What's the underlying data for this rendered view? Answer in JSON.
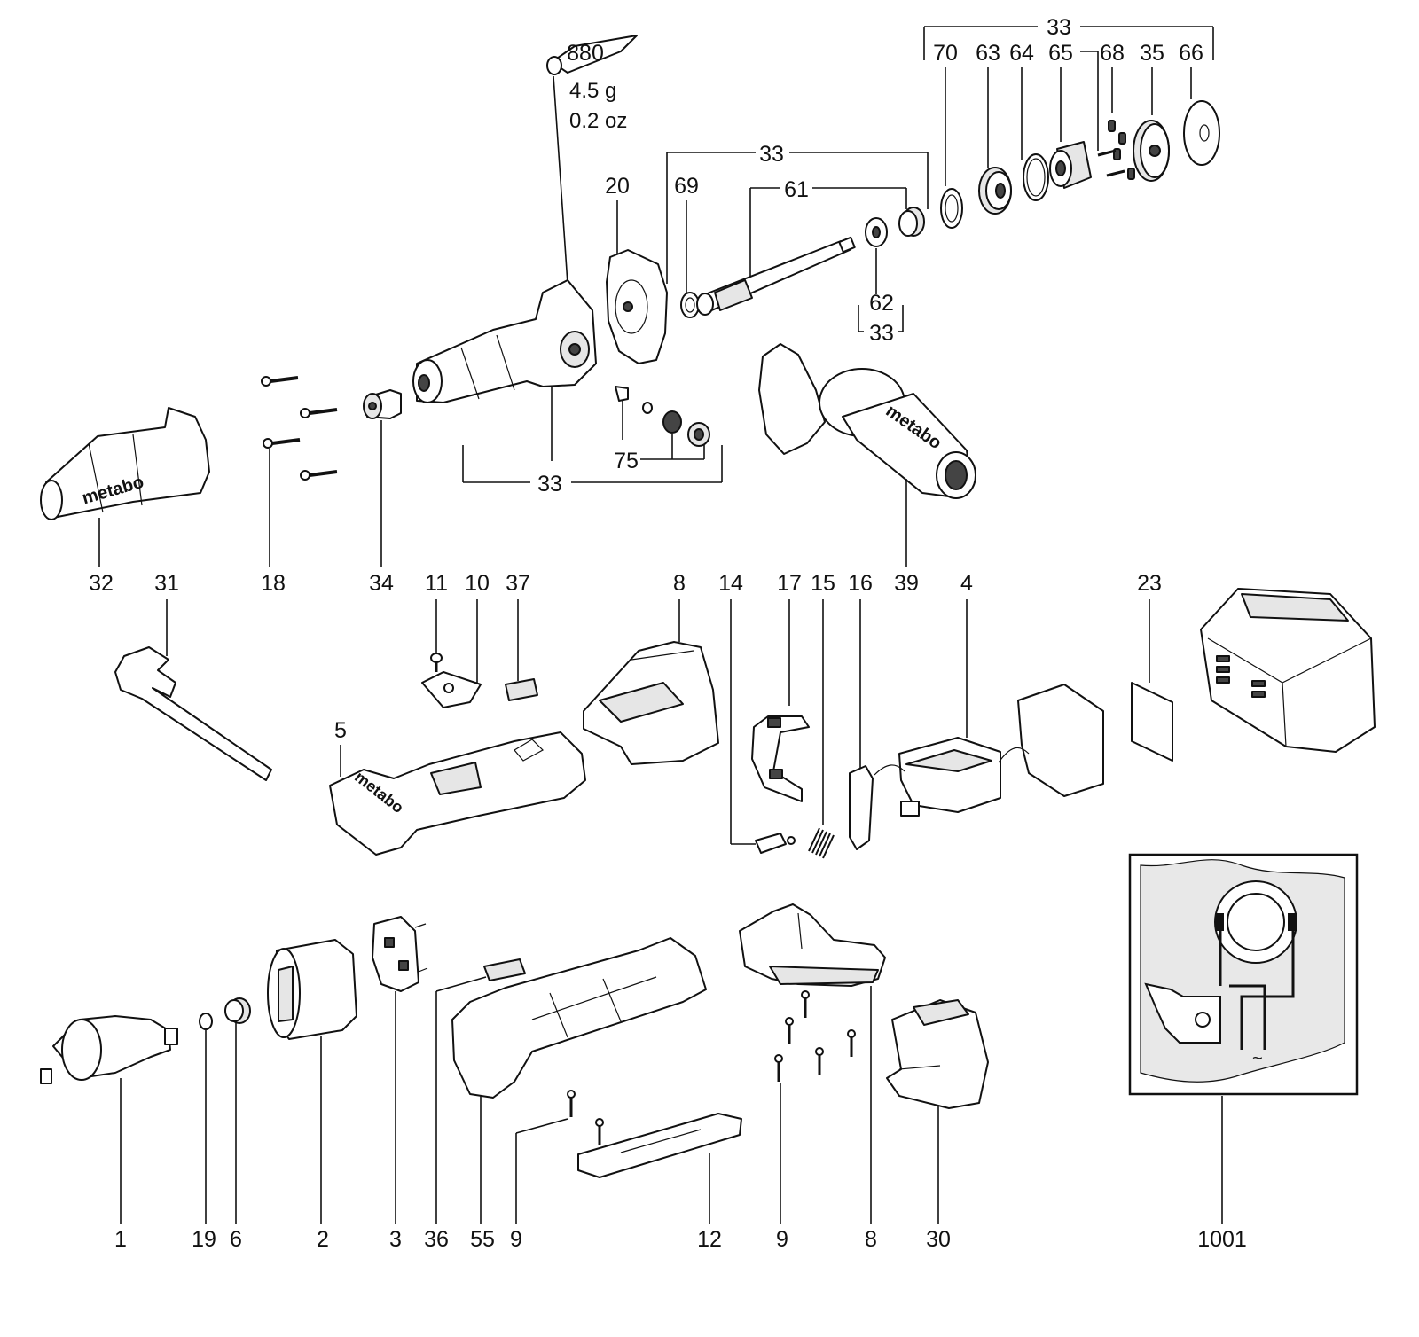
{
  "labels": {
    "l_880": "880",
    "l_4_5g": "4.5 g",
    "l_0_2oz": "0.2 oz",
    "l_33_top": "33",
    "l_70": "70",
    "l_63": "63",
    "l_64": "64",
    "l_65": "65",
    "l_68": "68",
    "l_35": "35",
    "l_66": "66",
    "l_33_shaft": "33",
    "l_20": "20",
    "l_69": "69",
    "l_61": "61",
    "l_62": "62",
    "l_33_62": "33",
    "l_75": "75",
    "l_33_gear": "33",
    "l_32": "32",
    "l_31": "31",
    "l_18": "18",
    "l_34": "34",
    "l_11": "11",
    "l_10": "10",
    "l_37": "37",
    "l_8_top": "8",
    "l_14": "14",
    "l_17": "17",
    "l_15": "15",
    "l_16": "16",
    "l_39": "39",
    "l_4": "4",
    "l_23": "23",
    "l_5": "5",
    "l_1": "1",
    "l_19": "19",
    "l_6": "6",
    "l_2": "2",
    "l_3": "3",
    "l_36": "36",
    "l_55": "55",
    "l_9_left": "9",
    "l_12": "12",
    "l_9_right": "9",
    "l_8_bottom": "8",
    "l_30": "30",
    "l_1001": "1001"
  },
  "brand_marks": [
    "metabo",
    "metabo",
    "metabo"
  ],
  "colors": {
    "ink": "#111111",
    "shade": "#e6e6e6",
    "dark": "#444444",
    "background": "#ffffff"
  }
}
